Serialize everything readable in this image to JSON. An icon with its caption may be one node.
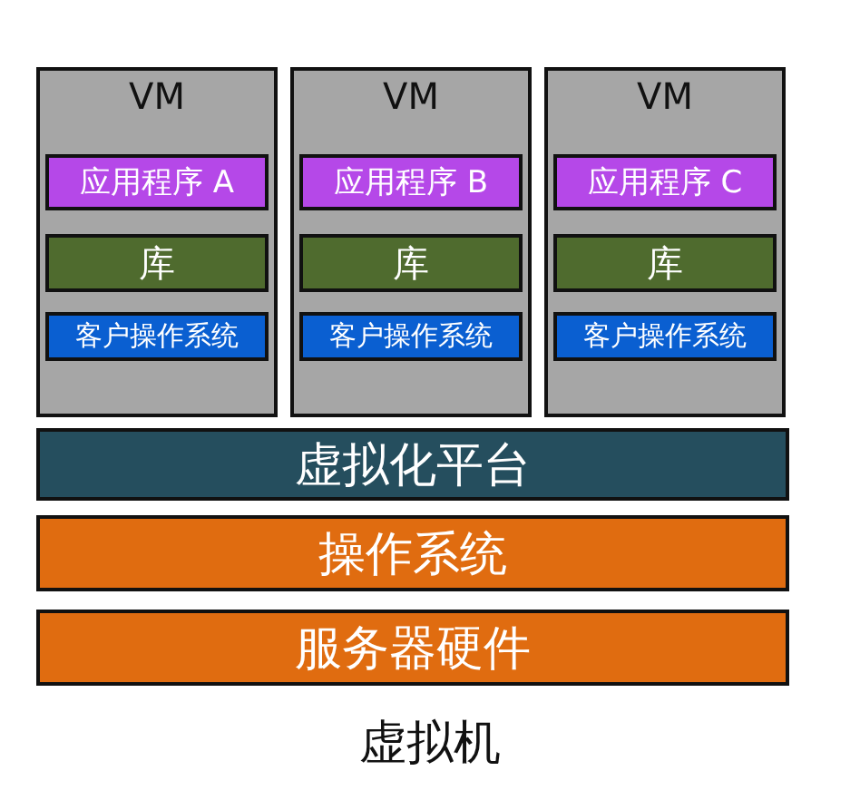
{
  "diagram": {
    "caption": "虚拟机",
    "nodes": [
      {
        "text": [
          "VM"
        ]
      },
      {
        "text": [
          "应用程序 A"
        ],
        "in": 0
      },
      {
        "text": [
          "库"
        ],
        "in": 0
      },
      {
        "text": [
          "客户操作系统"
        ],
        "in": 0
      },
      {
        "text": [
          "VM"
        ]
      },
      {
        "text": [
          "应用程序 B"
        ],
        "in": 4
      },
      {
        "text": [
          "库"
        ],
        "in": 4
      },
      {
        "text": [
          "客户操作系统"
        ],
        "in": 4
      },
      {
        "text": [
          "VM"
        ]
      },
      {
        "text": [
          "应用程序 C"
        ],
        "in": 8
      },
      {
        "text": [
          "库"
        ],
        "in": 8
      },
      {
        "text": [
          "客户操作系统"
        ],
        "in": 8
      },
      {
        "text": [
          "虚拟化平台"
        ]
      },
      {
        "text": [
          "操作系统"
        ]
      },
      {
        "text": [
          "服务器硬件"
        ]
      }
    ],
    "edges": []
  }
}
